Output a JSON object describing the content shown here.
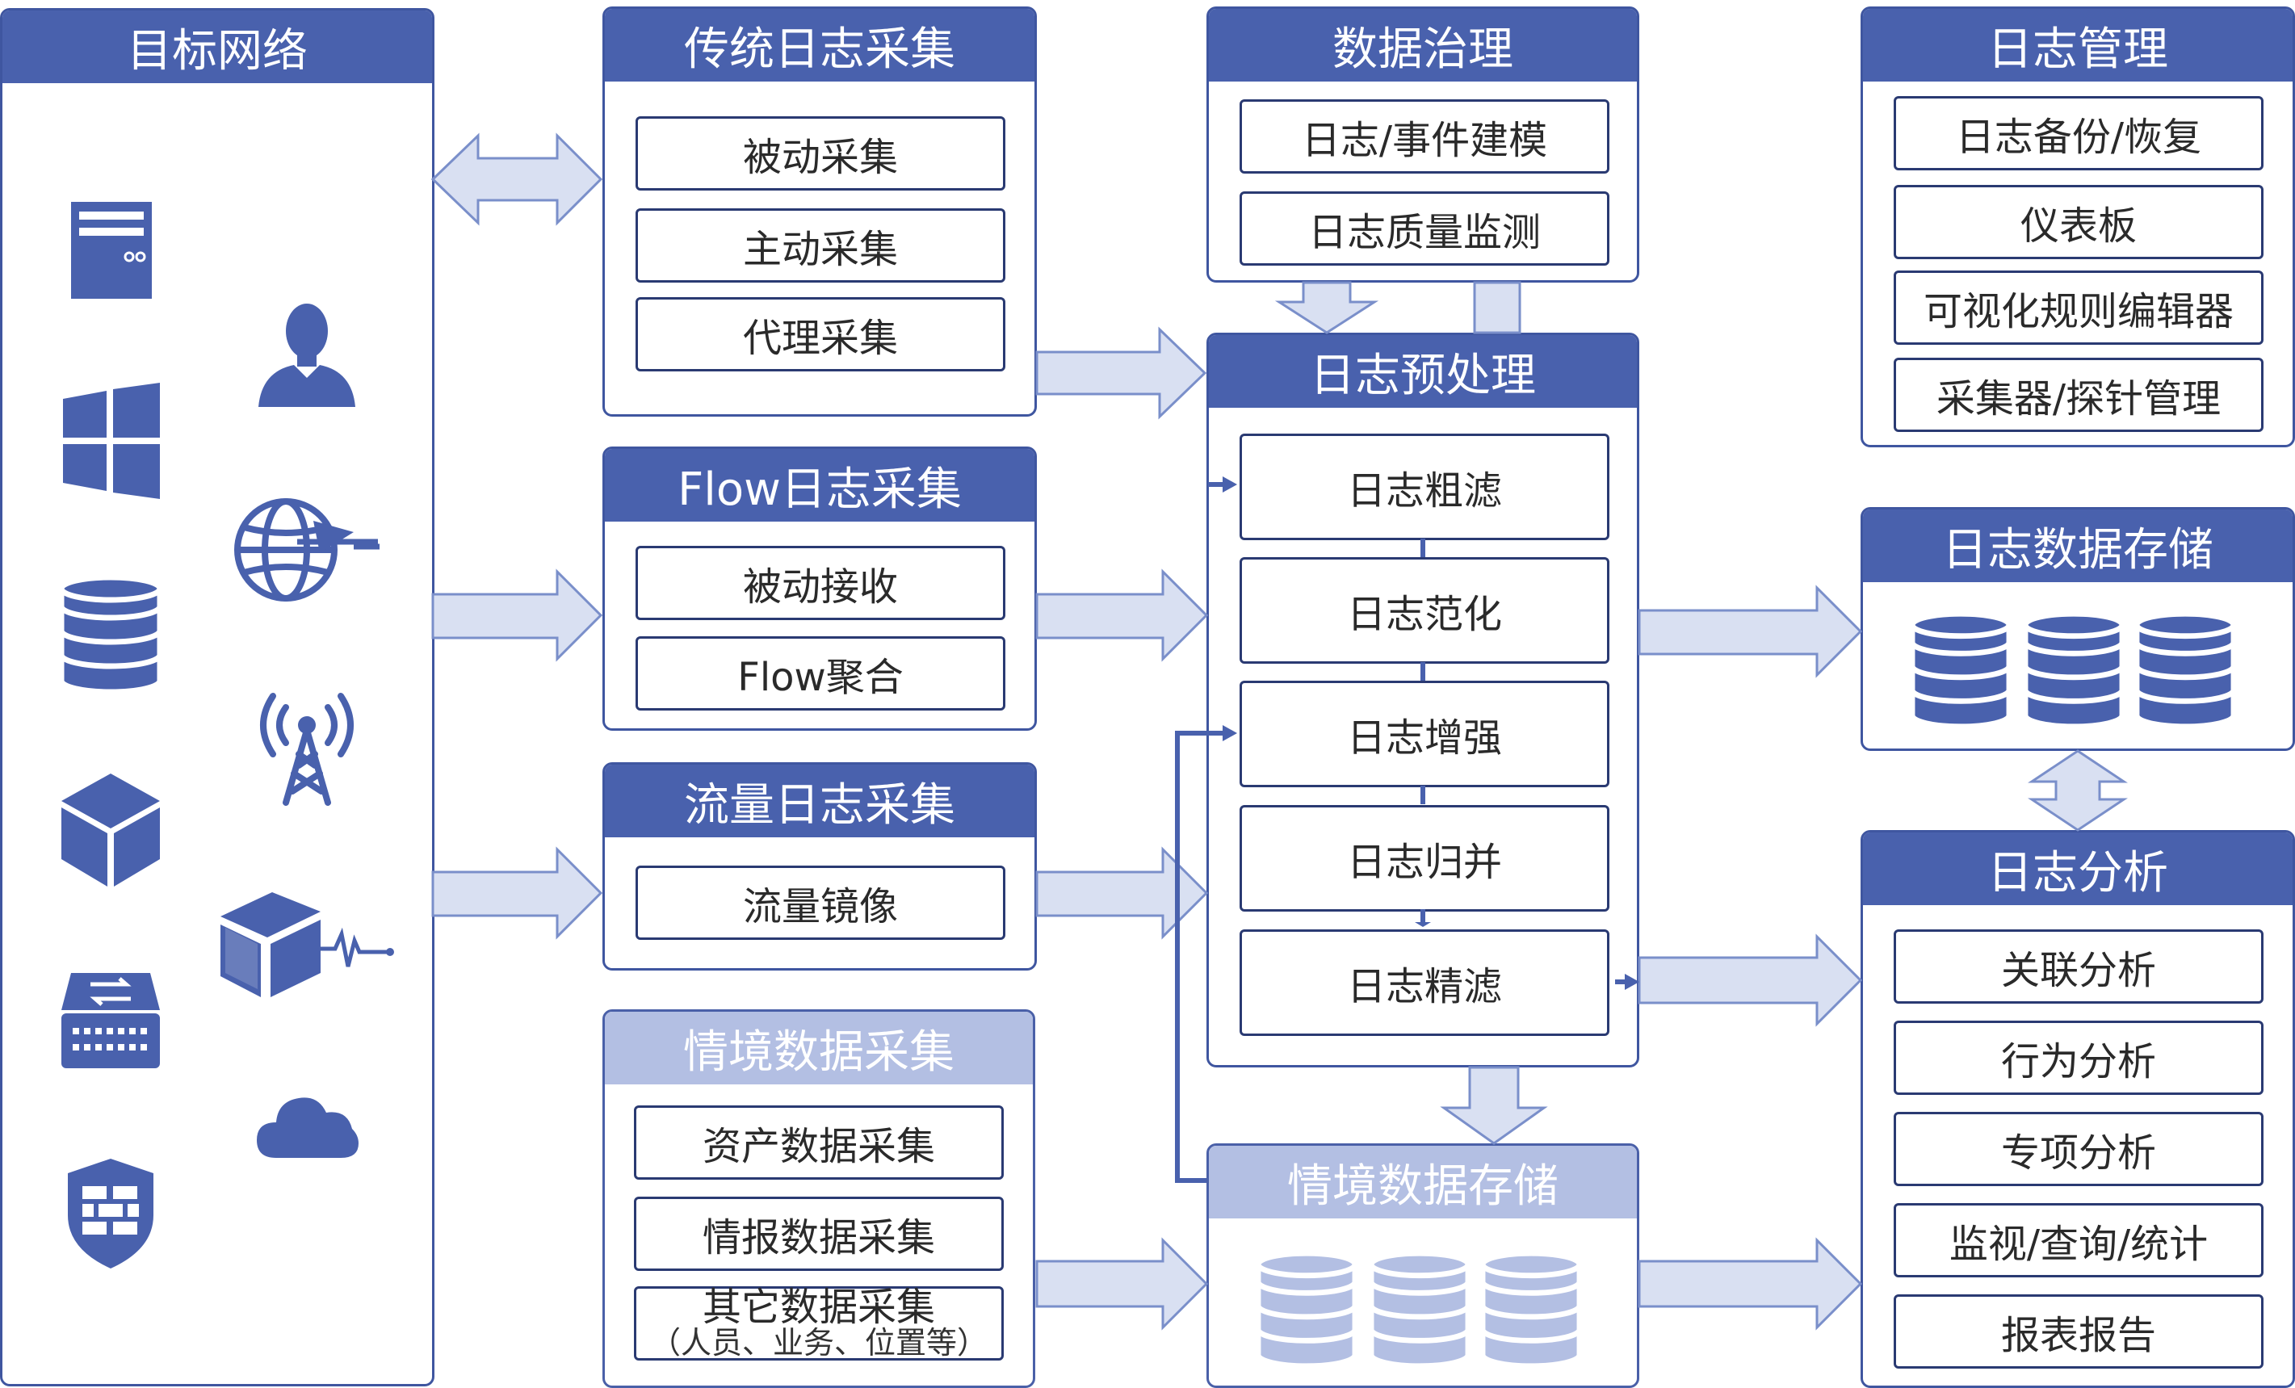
{
  "colors": {
    "header": "#4961ad",
    "header_light": "#b3bfe3",
    "border": "#3f56a0",
    "arrow_fill": "#d9e0f2",
    "arrow_stroke": "#7a8fca",
    "connector": "#4961ad"
  },
  "target_network": {
    "title": "目标网络",
    "icons": [
      "server-icon",
      "windows-icon",
      "database-icon",
      "cube-icon",
      "network-switch-icon",
      "firewall-shield-icon",
      "user-icon",
      "globe-satellite-icon",
      "radio-tower-icon",
      "iot-device-icon",
      "cloud-icon"
    ]
  },
  "traditional_collection": {
    "title": "传统日志采集",
    "items": [
      "被动采集",
      "主动采集",
      "代理采集"
    ]
  },
  "flow_collection": {
    "title": "Flow日志采集",
    "items": [
      "被动接收",
      "Flow聚合"
    ]
  },
  "traffic_collection": {
    "title": "流量日志采集",
    "items": [
      "流量镜像"
    ]
  },
  "context_collection": {
    "title": "情境数据采集",
    "items": [
      "资产数据采集",
      "情报数据采集"
    ],
    "other": {
      "label": "其它数据采集",
      "note": "（人员、业务、位置等）"
    }
  },
  "data_governance": {
    "title": "数据治理",
    "items": [
      "日志/事件建模",
      "日志质量监测"
    ]
  },
  "preprocessing": {
    "title": "日志预处理",
    "items": [
      "日志粗滤",
      "日志范化",
      "日志增强",
      "日志归并",
      "日志精滤"
    ]
  },
  "context_storage": {
    "title": "情境数据存储"
  },
  "log_management": {
    "title": "日志管理",
    "items": [
      "日志备份/恢复",
      "仪表板",
      "可视化规则编辑器",
      "采集器/探针管理"
    ]
  },
  "log_storage": {
    "title": "日志数据存储"
  },
  "log_analysis": {
    "title": "日志分析",
    "items": [
      "关联分析",
      "行为分析",
      "专项分析",
      "监视/查询/统计",
      "报表报告"
    ]
  }
}
